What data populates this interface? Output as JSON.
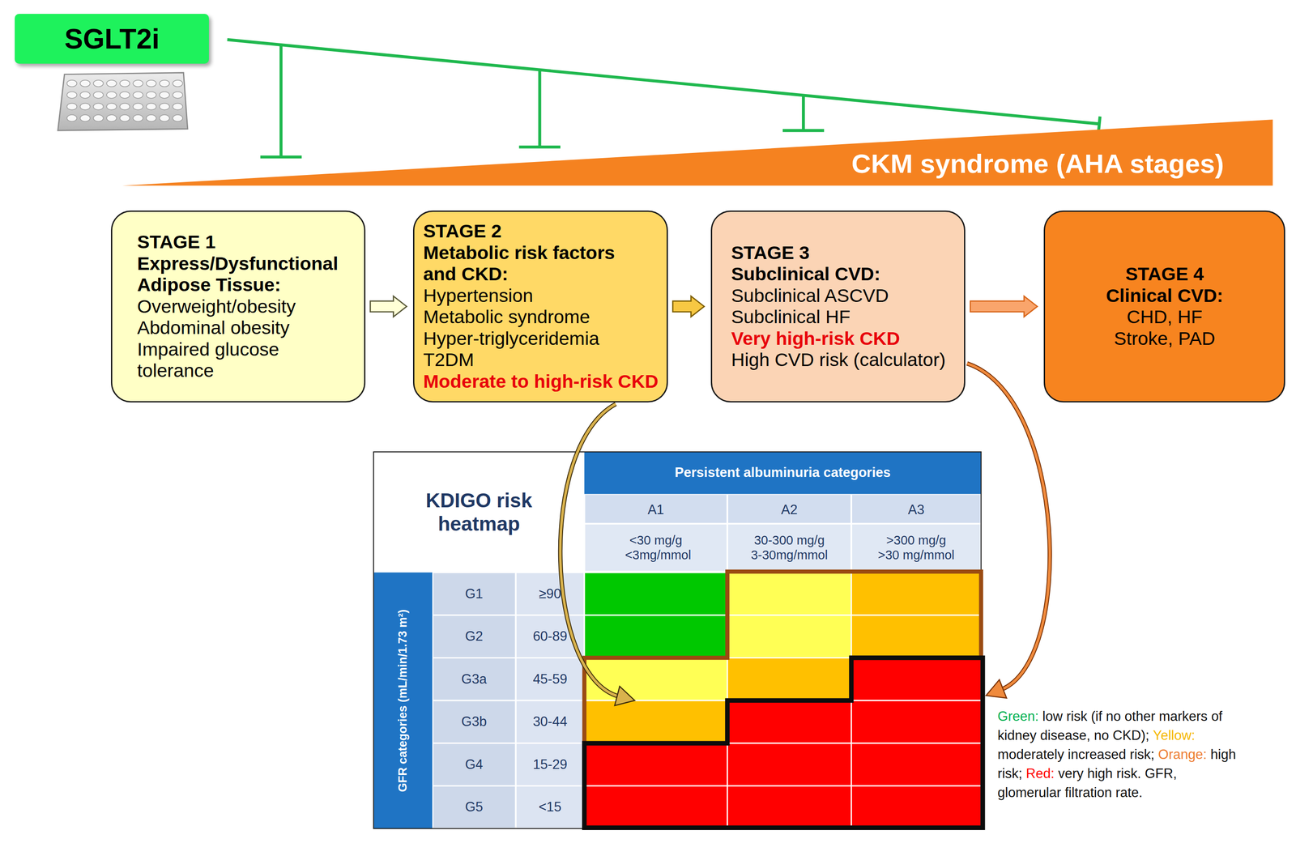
{
  "diagram": {
    "nodes": [
      {
        "text": [
          "SGLT2i"
        ]
      },
      {
        "text": [
          "CKM syndrome (AHA stages)"
        ]
      },
      {
        "text": [
          "STAGE 1",
          "Express/Dysfunctional Adipose Tissue:",
          "Overweight/obesity",
          "Abdominal obesity",
          "Impaired glucose tolerance"
        ]
      },
      {
        "text": [
          "STAGE 2",
          "Metabolic risk factors and CKD:",
          "Hypertension",
          "Metabolic syndrome",
          "Hyper-triglyceridemia",
          "T2DM",
          "Moderate to high-risk CKD"
        ]
      },
      {
        "text": [
          "STAGE 3",
          "Subclinical CVD:",
          "Subclinical ASCVD",
          "Subclinical HF",
          "Very high-risk CKD",
          "High CVD risk (calculator)"
        ]
      },
      {
        "text": [
          "STAGE 4",
          "Clinical CVD:",
          "CHD, HF",
          "Stroke, PAD"
        ]
      },
      {
        "text": [
          "KDIGO risk heatmap"
        ]
      }
    ],
    "edges": [
      {
        "from": 0,
        "to": 1,
        "arrow": "none"
      },
      {
        "from": 2,
        "to": 3,
        "arrow": "to"
      },
      {
        "from": 3,
        "to": 4,
        "arrow": "to"
      },
      {
        "from": 4,
        "to": 5,
        "arrow": "to"
      },
      {
        "from": 3,
        "to": 6,
        "arrow": "to"
      },
      {
        "from": 4,
        "to": 6,
        "arrow": "to"
      }
    ],
    "labels": [
      "Persistent albuminuria categories",
      "A1",
      "A2",
      "A3",
      "<30 mg/g <3mg/mmol",
      "30-300 mg/g 3-30mg/mmol",
      ">300 mg/g >30 mg/mmol",
      "GFR categories (mL/min/1.73 m²)",
      "G1",
      "≥90",
      "G2",
      "60-89",
      "G3a",
      "45-59",
      "G3b",
      "30-44",
      "G4",
      "15-29",
      "G5",
      "<15",
      "Green:",
      "Yellow:",
      "Orange:",
      "Red:",
      "GFR, glomerular filtration rate."
    ],
    "legend": [
      {
        "text": "low risk (if no other markers of kidney disease, no CKD);",
        "color": "#00b050"
      },
      {
        "text": "moderately increased risk;",
        "color": "#f5b800"
      },
      {
        "text": "high risk;",
        "color": "#ed7d31"
      },
      {
        "text": "very high risk.",
        "color": "#ff0000"
      }
    ]
  }
}
